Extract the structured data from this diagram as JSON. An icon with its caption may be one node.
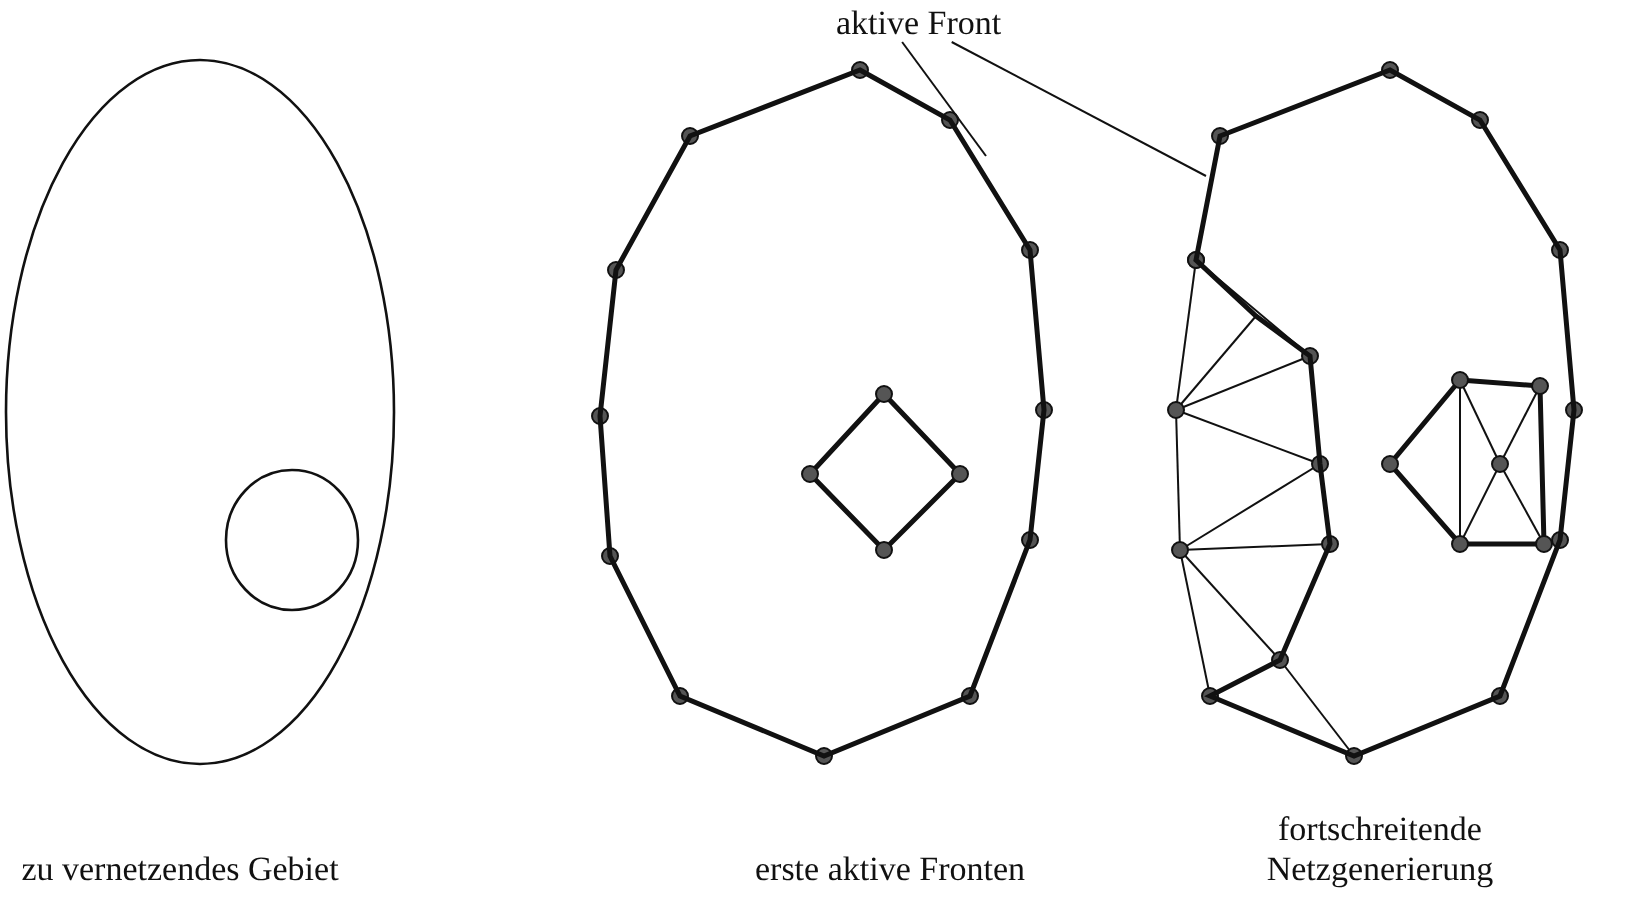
{
  "diagram": {
    "nodes": [
      {
        "text": [
          "aktive Front"
        ]
      },
      {
        "text": [],
        "shape": "polygon"
      },
      {
        "text": [],
        "shape": "polygon"
      }
    ],
    "edges": [
      {
        "from": 0,
        "to": 1,
        "arrow": "none"
      },
      {
        "from": 0,
        "to": 2,
        "arrow": "none"
      }
    ],
    "labels": [
      "zu vernetzendes Gebiet",
      "erste aktive Fronten",
      "fortschreitende Netzgenerierung"
    ]
  }
}
